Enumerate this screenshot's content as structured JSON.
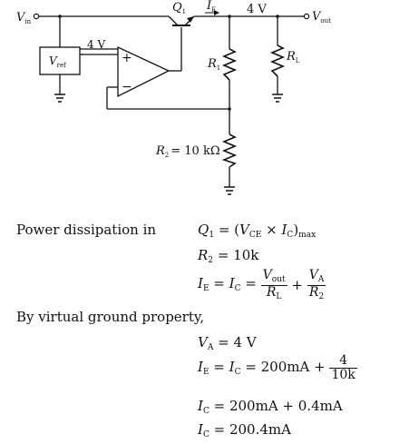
{
  "circuit": {
    "vin": {
      "main": "V",
      "sub": "in"
    },
    "q1": {
      "main": "Q",
      "sub": "1"
    },
    "ie": {
      "main": "I",
      "sub": "E"
    },
    "out_voltage": "4 V",
    "vout": {
      "main": "V",
      "sub": "out"
    },
    "vref_node_voltage": "4 V",
    "vref": {
      "main": "V",
      "sub": "ref"
    },
    "opamp_plus": "+",
    "opamp_minus": "−",
    "r1": {
      "main": "R",
      "sub": "1"
    },
    "rl": {
      "main": "R",
      "sub": "L"
    },
    "r2": {
      "main": "R",
      "sub": "2",
      "value": "= 10 kΩ"
    }
  },
  "solution": {
    "line1_label": "Power dissipation in",
    "by_virtual_ground": "By virtual ground property,",
    "eq": {
      "q": "Q",
      "q_sub": "1",
      "eq_sign": "=",
      "vce": "V",
      "vce_sub": "CE",
      "times": "×",
      "ic": "I",
      "ic_sub": "C",
      "max_sub": "max",
      "r": "R",
      "r2_sub": "2",
      "r2_val": "10k",
      "ie": "I",
      "ie_sub": "E",
      "vout": "V",
      "vout_sub": "out",
      "rl": "R",
      "rl_sub": "L",
      "plus": "+",
      "va": "V",
      "va_sub": "A",
      "va_val": "4 V",
      "two_hundred_ma": "200mA",
      "four": "4",
      "tenk": "10k",
      "ic_line_rhs": "200mA + 0.4mA",
      "final": "200.4mA"
    }
  }
}
